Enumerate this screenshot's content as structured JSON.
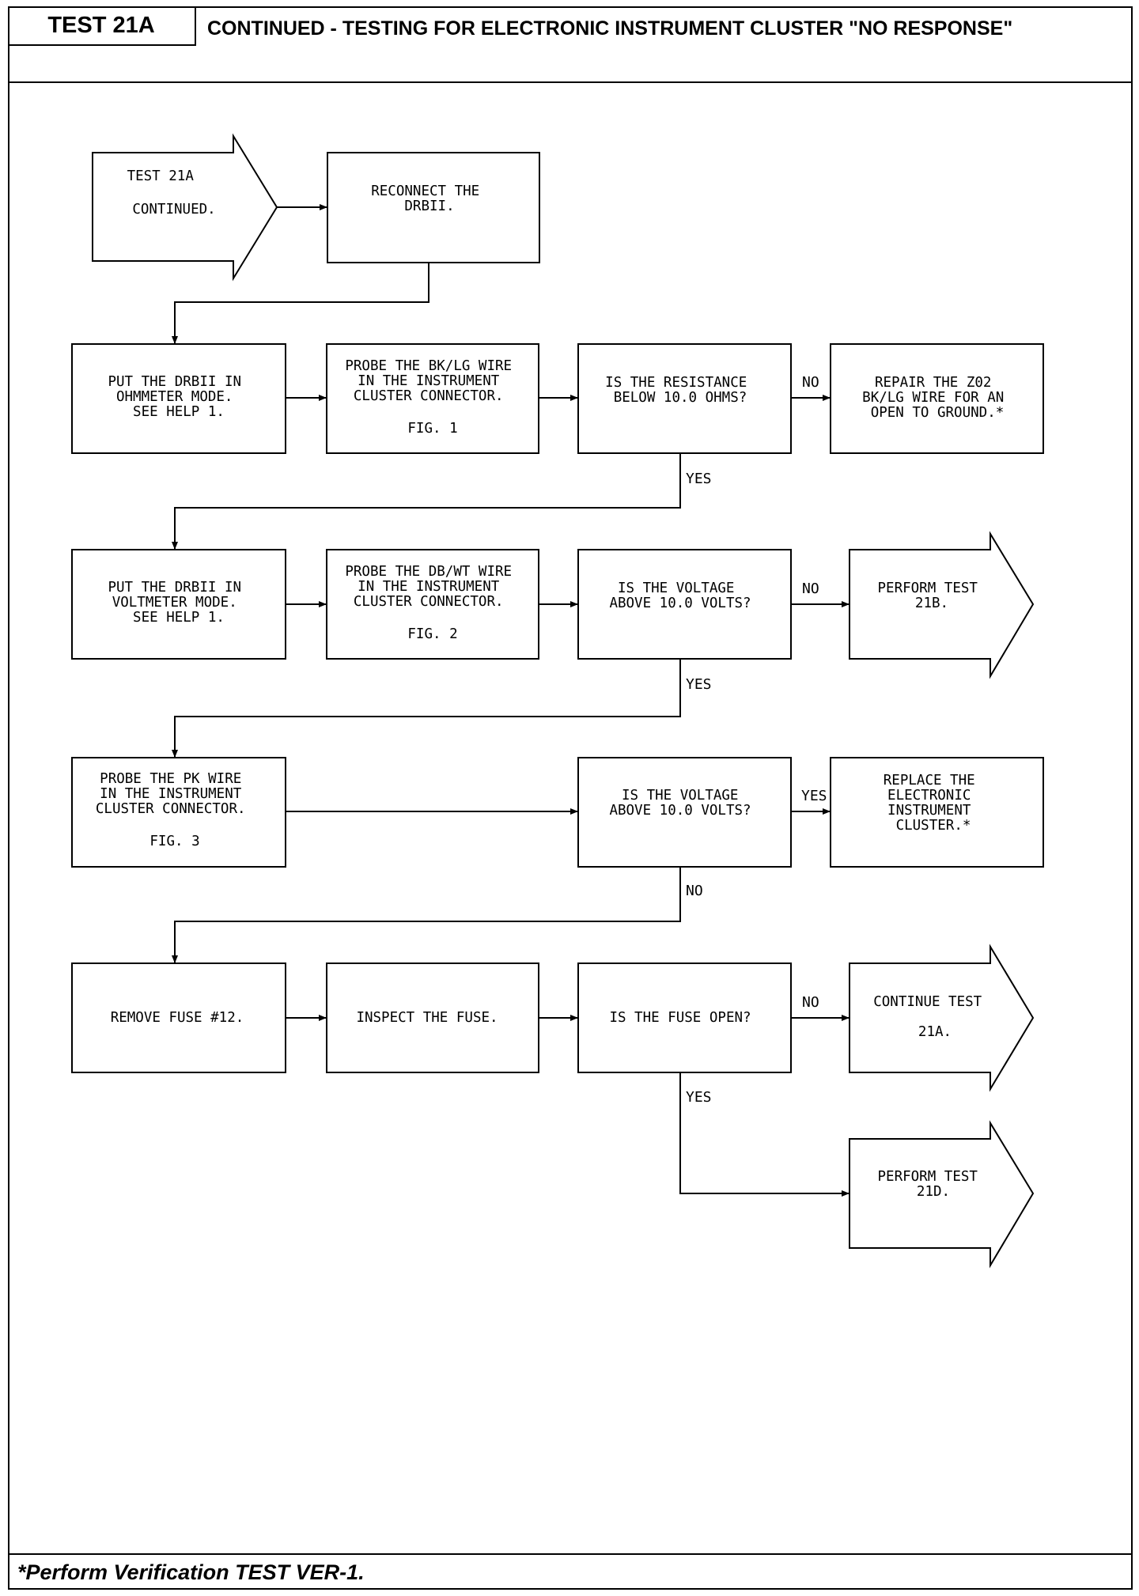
{
  "header": {
    "test_id": "TEST 21A",
    "title": "CONTINUED - TESTING FOR ELECTRONIC INSTRUMENT CLUSTER \"NO RESPONSE\""
  },
  "footer": {
    "note": "*Perform Verification TEST VER-1."
  },
  "flowchart": {
    "start": [
      "TEST 21A",
      "CONTINUED."
    ],
    "reconnect": [
      "RECONNECT THE",
      "DRBII."
    ],
    "ohmmeter": [
      "PUT THE DRBII IN",
      "OHMMETER MODE.",
      "SEE HELP 1."
    ],
    "probe_bklg": [
      "PROBE THE BK/LG WIRE",
      "IN THE INSTRUMENT",
      "CLUSTER CONNECTOR.",
      "FIG. 1"
    ],
    "q_resistance": [
      "IS THE RESISTANCE",
      "BELOW 10.0 OHMS?"
    ],
    "repair_z02": [
      "REPAIR THE Z02",
      "BK/LG WIRE FOR AN",
      "OPEN TO GROUND.*"
    ],
    "voltmeter": [
      "PUT THE DRBII IN",
      "VOLTMETER MODE.",
      "SEE HELP 1."
    ],
    "probe_dbwt": [
      "PROBE THE DB/WT WIRE",
      "IN THE INSTRUMENT",
      "CLUSTER CONNECTOR.",
      "FIG. 2"
    ],
    "q_voltage1": [
      "IS THE VOLTAGE",
      "ABOVE 10.0 VOLTS?"
    ],
    "perform_21b": [
      "PERFORM TEST",
      "21B."
    ],
    "probe_pk": [
      "PROBE THE PK WIRE",
      "IN THE INSTRUMENT",
      "CLUSTER CONNECTOR.",
      "FIG. 3"
    ],
    "q_voltage2": [
      "IS THE VOLTAGE",
      "ABOVE 10.0 VOLTS?"
    ],
    "replace_cluster": [
      "REPLACE THE",
      "ELECTRONIC",
      "INSTRUMENT",
      "CLUSTER.*"
    ],
    "remove_fuse": [
      "REMOVE FUSE #12."
    ],
    "inspect_fuse": [
      "INSPECT THE FUSE."
    ],
    "q_fuse": [
      "IS THE FUSE OPEN?"
    ],
    "continue_21a": [
      "CONTINUE TEST",
      "21A."
    ],
    "perform_21d": [
      "PERFORM TEST",
      "21D."
    ],
    "labels": {
      "no1": "NO",
      "yes1": "YES",
      "no2": "NO",
      "yes2": "YES",
      "yes3": "YES",
      "no3": "NO",
      "no4": "NO",
      "yes4": "YES"
    }
  }
}
